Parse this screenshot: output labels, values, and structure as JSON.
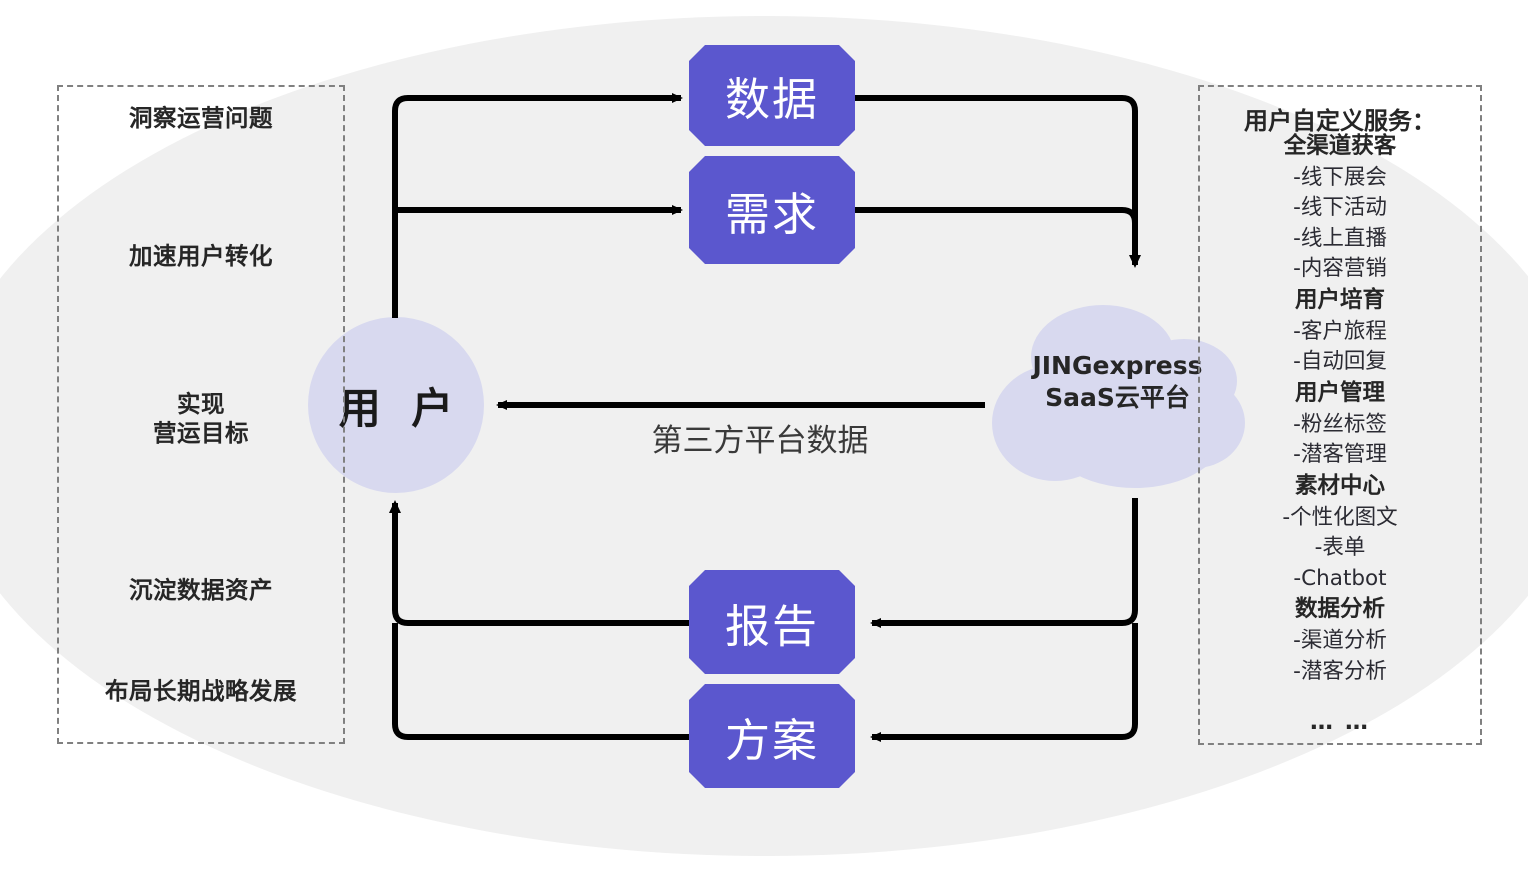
{
  "diagram": {
    "background_shape_color": "#f0f0f0",
    "accent_box_color": "#5b57ce",
    "cloud_color": "#d8d9ef",
    "user_circle_color": "#d8d9ef"
  },
  "left_panel": {
    "name": "outcomes-panel",
    "items": [
      {
        "label": "洞察运营问题"
      },
      {
        "label": "加速用户转化"
      },
      {
        "label": "实现\n营运目标"
      },
      {
        "label": "沉淀数据资产"
      },
      {
        "label": "布局长期战略发展"
      }
    ]
  },
  "right_panel": {
    "title": "用户自定义服务：",
    "groups": [
      {
        "name": "全渠道获客",
        "items": [
          "-线下展会",
          "-线下活动",
          "-线上直播",
          "-内容营销"
        ]
      },
      {
        "name": "用户培育",
        "items": [
          "-客户旅程",
          "-自动回复"
        ]
      },
      {
        "name": "用户管理",
        "items": [
          "-粉丝标签",
          "-潜客管理"
        ]
      },
      {
        "name": "素材中心",
        "items": [
          "-个性化图文",
          "-表单",
          "-Chatbot"
        ]
      },
      {
        "name": "数据分析",
        "items": [
          "-渠道分析",
          "-潜客分析"
        ]
      }
    ],
    "ellipsis": "… …"
  },
  "nodes": {
    "user": "用 户",
    "data_box": "数据",
    "demand_box": "需求",
    "report_box": "报告",
    "plan_box": "方案",
    "cloud_line1": "JINGexpress",
    "cloud_line2": "SaaS云平台"
  },
  "edges": {
    "third_party_label": "第三方平台数据"
  }
}
